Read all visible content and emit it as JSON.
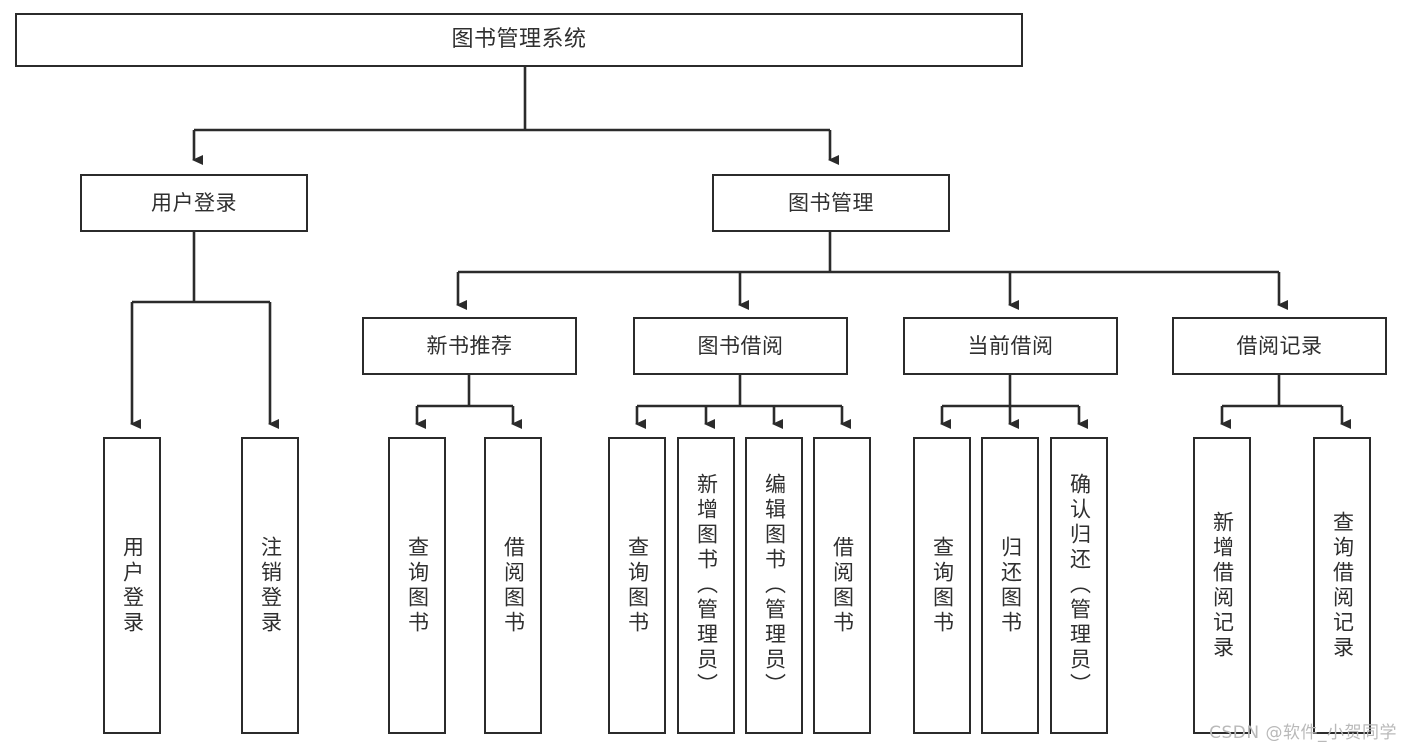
{
  "diagram": {
    "type": "tree",
    "title": "图书管理系统",
    "watermark": "CSDN @软件_小贺同学",
    "colors": {
      "box_border": "#2b2b2b",
      "box_fill": "#ffffff",
      "connector": "#2b2b2b",
      "text": "#2f2f2f",
      "watermark": "#b9b9b9",
      "background": "#ffffff"
    },
    "levels": {
      "root": {
        "label": "图书管理系统"
      },
      "level2": [
        {
          "label": "用户登录"
        },
        {
          "label": "图书管理"
        }
      ],
      "level3": [
        {
          "label": "新书推荐"
        },
        {
          "label": "图书借阅"
        },
        {
          "label": "当前借阅"
        },
        {
          "label": "借阅记录"
        }
      ],
      "leaves": {
        "user_login": [
          {
            "label": "用户登录"
          },
          {
            "label": "注销登录"
          }
        ],
        "new_book": [
          {
            "label": "查询图书"
          },
          {
            "label": "借阅图书"
          }
        ],
        "borrow": [
          {
            "label": "查询图书"
          },
          {
            "label": "新增图书（管理员）"
          },
          {
            "label": "编辑图书（管理员）"
          },
          {
            "label": "借阅图书"
          }
        ],
        "current": [
          {
            "label": "查询图书"
          },
          {
            "label": "归还图书"
          },
          {
            "label": "确认归还（管理员）"
          }
        ],
        "records": [
          {
            "label": "新增借阅记录"
          },
          {
            "label": "查询借阅记录"
          }
        ]
      }
    }
  }
}
